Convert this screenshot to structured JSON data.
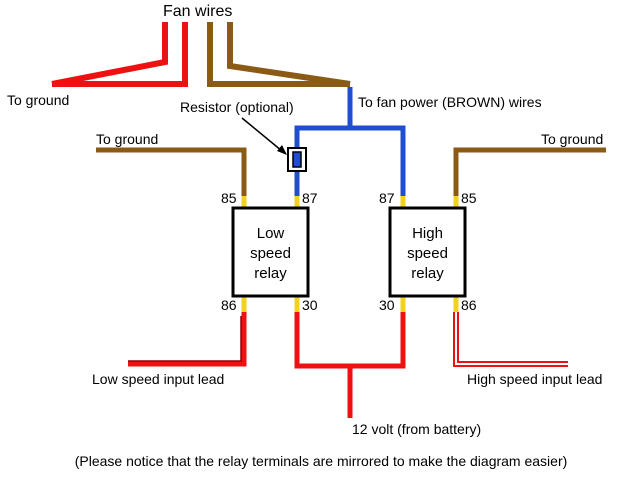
{
  "labels": {
    "fan_wires": "Fan wires",
    "to_ground_top": "To ground",
    "resistor": "Resistor (optional)",
    "to_fan_power": "To fan power (BROWN) wires",
    "to_ground_left": "To ground",
    "to_ground_right": "To ground",
    "low_input": "Low speed input lead",
    "high_input": "High speed input lead",
    "battery": "12 volt (from battery)",
    "footnote": "(Please notice that the relay terminals are mirrored to make the diagram easier)"
  },
  "low_relay": {
    "line1": "Low",
    "line2": "speed",
    "line3": "relay",
    "t85": "85",
    "t87": "87",
    "t86": "86",
    "t30": "30"
  },
  "high_relay": {
    "line1": "High",
    "line2": "speed",
    "line3": "relay",
    "t87": "87",
    "t85": "85",
    "t30": "30",
    "t86": "86"
  },
  "colors": {
    "red": "#ee1111",
    "brown": "#8b5a14",
    "blue": "#1f4fd0",
    "yellow": "#f2d21e",
    "dark_red": "#990000",
    "black": "#000000"
  }
}
